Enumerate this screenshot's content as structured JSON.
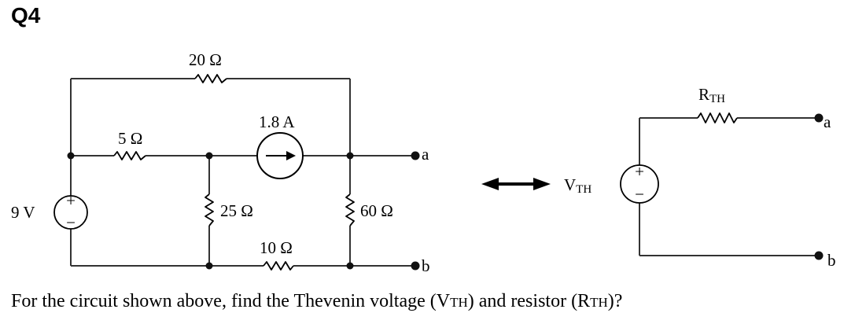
{
  "question_number": "Q4",
  "left_circuit": {
    "source_label": "9 V",
    "source_plus": "+",
    "source_minus": "−",
    "r_top": "20 Ω",
    "r_left": "5 Ω",
    "r_mid_vertical": "25 Ω",
    "current_source": "1.8 A",
    "r_right_vertical": "60 Ω",
    "r_bottom": "10 Ω",
    "terminal_a": "a",
    "terminal_b": "b"
  },
  "equivalent_circuit": {
    "vth_main": "V",
    "vth_sub": "TH",
    "rth_main": "R",
    "rth_sub": "TH",
    "source_plus": "+",
    "source_minus": "−",
    "terminal_a": "a",
    "terminal_b": "b"
  },
  "question": {
    "part1": "For the circuit shown above, find the Thevenin voltage (V",
    "sub1": "TH",
    "part2": ") and resistor  (R",
    "sub2": "TH",
    "part3": ")?"
  }
}
